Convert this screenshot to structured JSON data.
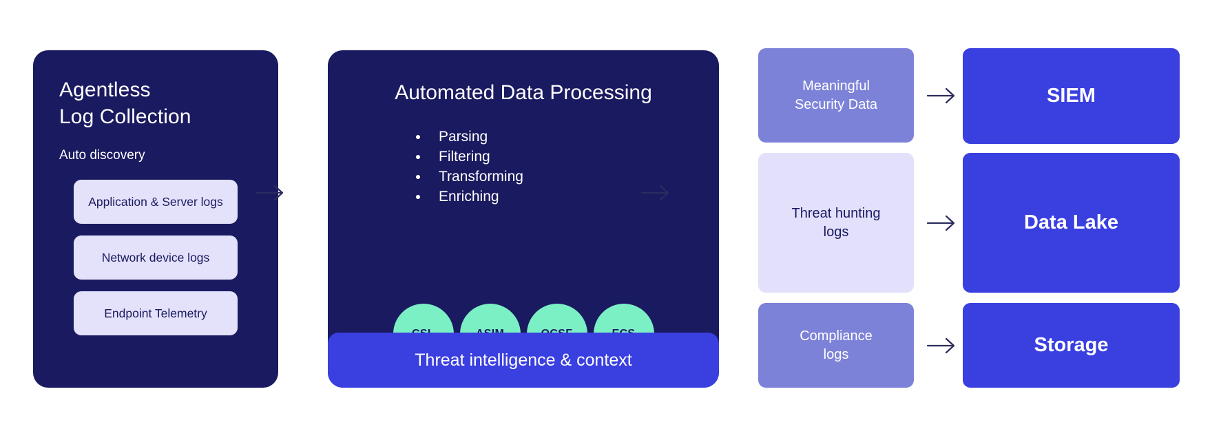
{
  "collection": {
    "title": "Agentless\nLog Collection",
    "subtitle": "Auto discovery",
    "chips": [
      {
        "label": "Application & Server logs"
      },
      {
        "label": "Network device logs"
      },
      {
        "label": "Endpoint Telemetry"
      }
    ]
  },
  "processing": {
    "title": "Automated Data Processing",
    "bullets": [
      "Parsing",
      "Filtering",
      "Transforming",
      "Enriching"
    ],
    "formats": [
      "CSL",
      "ASIM",
      "OCSF",
      "ECS"
    ],
    "banner": "Threat intelligence & context"
  },
  "outputs": [
    {
      "label": "Meaningful\nSecurity Data",
      "bg": "#7d82d9",
      "fg": "#ffffff"
    },
    {
      "label": "Threat hunting\nlogs",
      "bg": "#e2e0fb",
      "fg": "#1a1a60"
    },
    {
      "label": "Compliance\nlogs",
      "bg": "#7d82d9",
      "fg": "#ffffff"
    }
  ],
  "destinations": [
    {
      "label": "SIEM"
    },
    {
      "label": "Data Lake"
    },
    {
      "label": "Storage"
    }
  ],
  "arrows": {
    "glyph": "arrow-right-icon",
    "color": "#2b2b5e",
    "count": 6
  },
  "colors": {
    "panel_navy": "#1a1a60",
    "accent_blue": "#3a3fe0",
    "mint": "#7bf0c4",
    "lavender": "#e4e2fb",
    "periwinkle": "#7d82d9",
    "background": "#ffffff"
  }
}
